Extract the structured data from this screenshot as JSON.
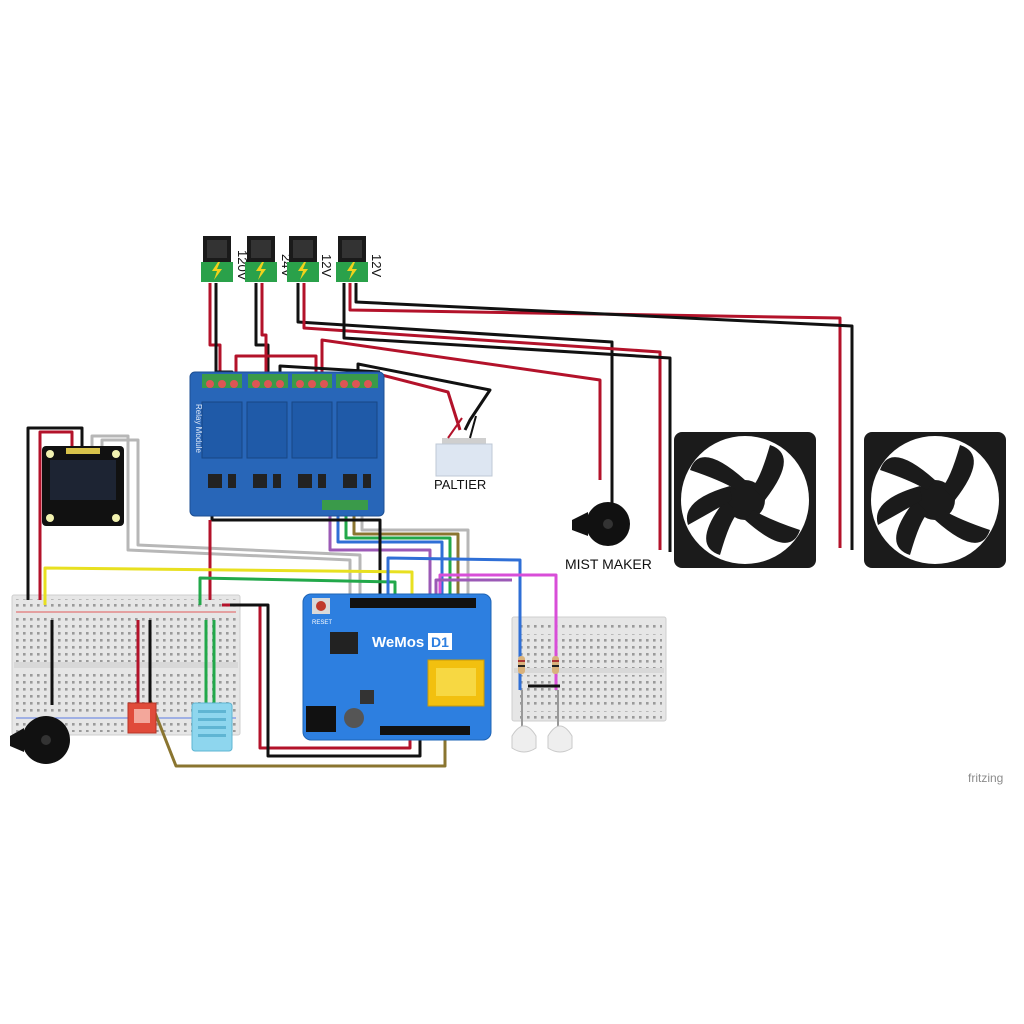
{
  "diagram": {
    "power_jacks": [
      {
        "label": "120V"
      },
      {
        "label": "24V"
      },
      {
        "label": "12V"
      },
      {
        "label": "12V"
      }
    ],
    "relay_module": {
      "silk": "Relay Module"
    },
    "labels": {
      "peltier": "PALTIER",
      "mist_maker": "MIST MAKER"
    },
    "wemos": {
      "title_a": "WeMos",
      "title_b": "D1",
      "reset": "RESET"
    },
    "watermark": "fritzing",
    "colors": {
      "wire_red": "#b3122a",
      "wire_black": "#111111",
      "wire_yellow": "#e8e020",
      "wire_green": "#22a84a",
      "wire_purple": "#9b59b6",
      "wire_magenta": "#d84ed8",
      "wire_blue": "#2f6fd6",
      "wire_brown": "#8a7530",
      "wire_gray": "#b7b7b7",
      "relay_board": "#2866b8",
      "wemos_board": "#2d7fe0",
      "breadboard": "#e9e9e9",
      "fan_body": "#1b1b1b"
    },
    "icons": [
      "dc-jack-icon",
      "relay-module-icon",
      "oled-display-icon",
      "peltier-icon",
      "buzzer-icon",
      "fan-icon",
      "wemos-d1-icon",
      "breadboard-icon",
      "dht-sensor-icon",
      "led-icon",
      "resistor-icon"
    ]
  }
}
